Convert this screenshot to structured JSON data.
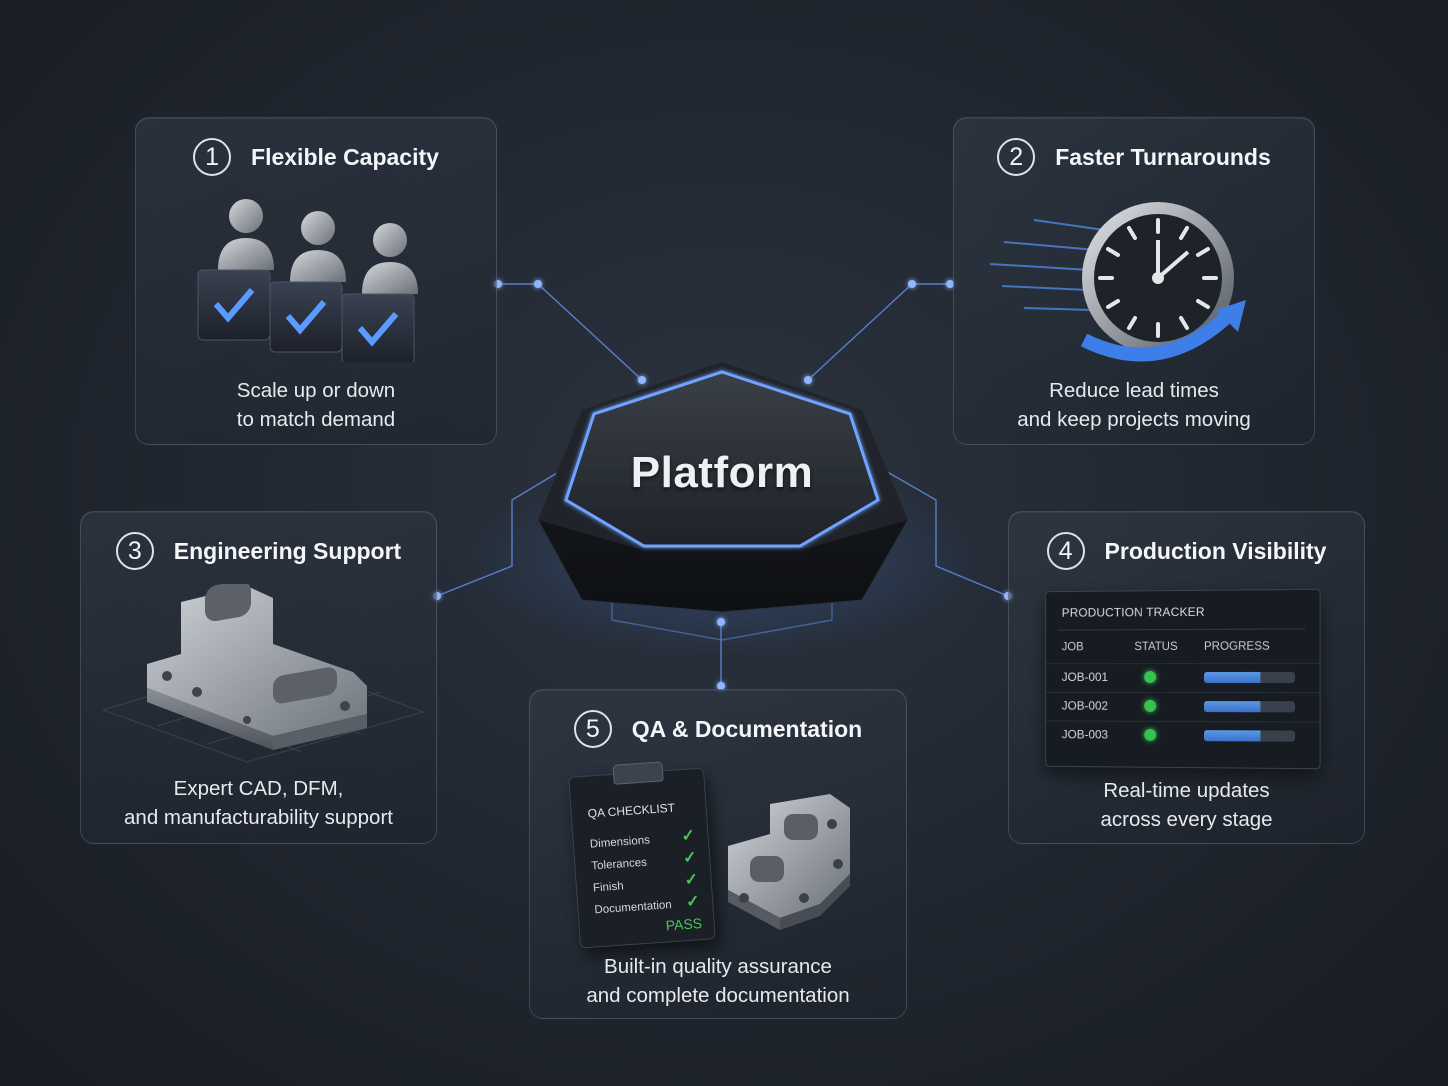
{
  "hub": {
    "label": "Platform"
  },
  "colors": {
    "accent": "#4a8cff",
    "pass": "#4ec25e",
    "background": "#20262f"
  },
  "cards": [
    {
      "number": "1",
      "title": "Flexible Capacity",
      "description": [
        "Scale up or down",
        "to match demand"
      ],
      "icon": "team-capacity-icon"
    },
    {
      "number": "2",
      "title": "Faster Turnarounds",
      "description": [
        "Reduce lead times",
        "and keep projects moving"
      ],
      "icon": "fast-clock-icon"
    },
    {
      "number": "3",
      "title": "Engineering Support",
      "description": [
        "Expert CAD, DFM,",
        "and manufacturability support"
      ],
      "icon": "machined-part-icon"
    },
    {
      "number": "4",
      "title": "Production Visibility",
      "description": [
        "Real-time updates",
        "across every stage"
      ],
      "icon": "production-tracker-icon"
    },
    {
      "number": "5",
      "title": "QA & Documentation",
      "description": [
        "Built-in quality assurance",
        "and complete documentation"
      ],
      "icon": "qa-checklist-icon"
    }
  ],
  "tracker": {
    "title": "PRODUCTION TRACKER",
    "headers": [
      "JOB",
      "STATUS",
      "PROGRESS"
    ],
    "rows": [
      {
        "job": "JOB-001",
        "status": "green",
        "progress": 0.62
      },
      {
        "job": "JOB-002",
        "status": "green",
        "progress": 0.62
      },
      {
        "job": "JOB-003",
        "status": "green",
        "progress": 0.62
      }
    ]
  },
  "checklist": {
    "title": "QA CHECKLIST",
    "items": [
      "Dimensions",
      "Tolerances",
      "Finish",
      "Documentation"
    ],
    "result": "PASS"
  }
}
